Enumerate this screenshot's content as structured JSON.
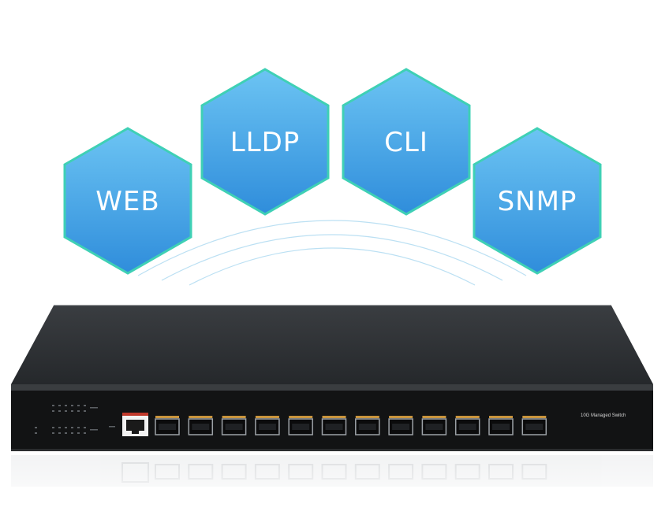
{
  "protocols": [
    {
      "label": "WEB"
    },
    {
      "label": "LLDP"
    },
    {
      "label": "CLI"
    },
    {
      "label": "SNMP"
    }
  ],
  "device": {
    "model_label": "10G Managed Switch",
    "sfp_port_count": 12
  },
  "colors": {
    "hex_fill_top": "#69c2f2",
    "hex_fill_bottom": "#2f8fda",
    "hex_border": "#3fd0b5",
    "chassis": "#2a2d30",
    "front_panel": "#121314",
    "port_accent": "#c9953e",
    "console_accent": "#c0392b"
  },
  "icons": {
    "signal": "wifi-arcs-icon",
    "console_port": "rj45-console-port-icon",
    "sfp_port": "sfp-cage-icon"
  }
}
